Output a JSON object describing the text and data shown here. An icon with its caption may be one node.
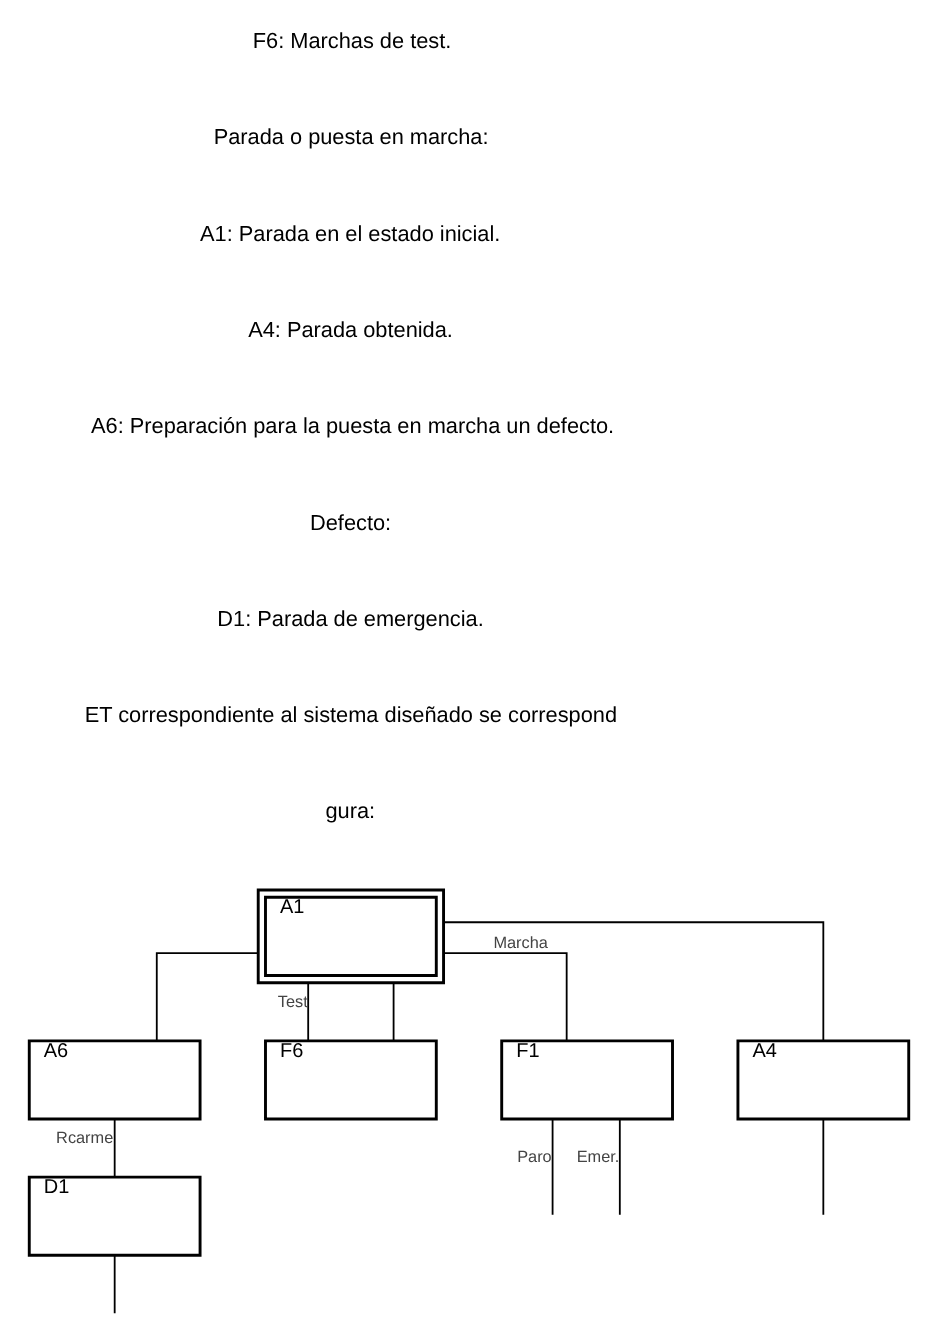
{
  "diagram": {
    "nodes": [
      {
        "text": [
          "A1"
        ]
      },
      {
        "text": [
          "F6"
        ]
      },
      {
        "text": [
          "A4"
        ]
      },
      {
        "text": [
          "A6"
        ]
      },
      {
        "text": [
          "F1"
        ]
      },
      {
        "text": [
          "D1"
        ]
      }
    ],
    "edges": [
      {
        "from": 0,
        "to": 1,
        "arrow": "none",
        "label": "Test"
      },
      {
        "from": 0,
        "to": 4,
        "arrow": "none",
        "label": "Marcha"
      },
      {
        "from": 0,
        "to": 2,
        "arrow": "none"
      },
      {
        "from": 1,
        "to": 0,
        "arrow": "none"
      },
      {
        "from": 3,
        "to": 0,
        "arrow": "none"
      },
      {
        "from": 3,
        "to": 5,
        "arrow": "none",
        "label": "Rcarme"
      },
      {
        "from": 5,
        "to": null,
        "arrow": "none"
      },
      {
        "from": 4,
        "to": null,
        "arrow": "none",
        "label": "Emer."
      },
      {
        "from": 4,
        "to": null,
        "arrow": "none",
        "label": "Paro"
      },
      {
        "from": 2,
        "to": null,
        "arrow": "none"
      }
    ],
    "labels": [
      "F6: Marchas de test.",
      "Parada o puesta en marcha:",
      "A1: Parada en el estado inicial.",
      "A4: Parada obtenida.",
      "A6: Preparación para la puesta en marcha un defecto.",
      "Defecto:",
      "D1: Parada de emergencia.",
      "ET correspondiente al sistema diseñado se correspond",
      "gura:"
    ]
  }
}
